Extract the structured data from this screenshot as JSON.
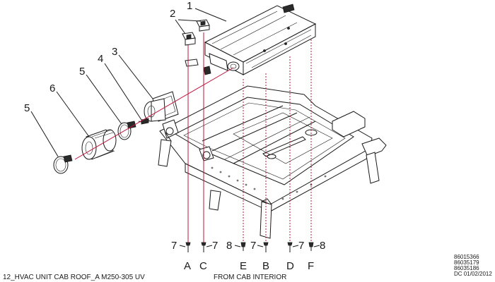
{
  "colors": {
    "line": "#1a1a1a",
    "leader_red": "#c0143c",
    "background": "#ffffff"
  },
  "callouts": [
    "1",
    "2",
    "3",
    "4",
    "5",
    "5",
    "6",
    "7",
    "7",
    "7",
    "7",
    "8",
    "8"
  ],
  "hole_letters": [
    "A",
    "C",
    "E",
    "B",
    "D",
    "F"
  ],
  "footer": {
    "drawing_id": "12_HVAC UNIT CAB ROOF_A M250-305 UV",
    "view_note": "FROM CAB INTERIOR"
  },
  "part_numbers": [
    "86015366",
    "86035179",
    "86035186",
    "DC 01/02/2012"
  ]
}
